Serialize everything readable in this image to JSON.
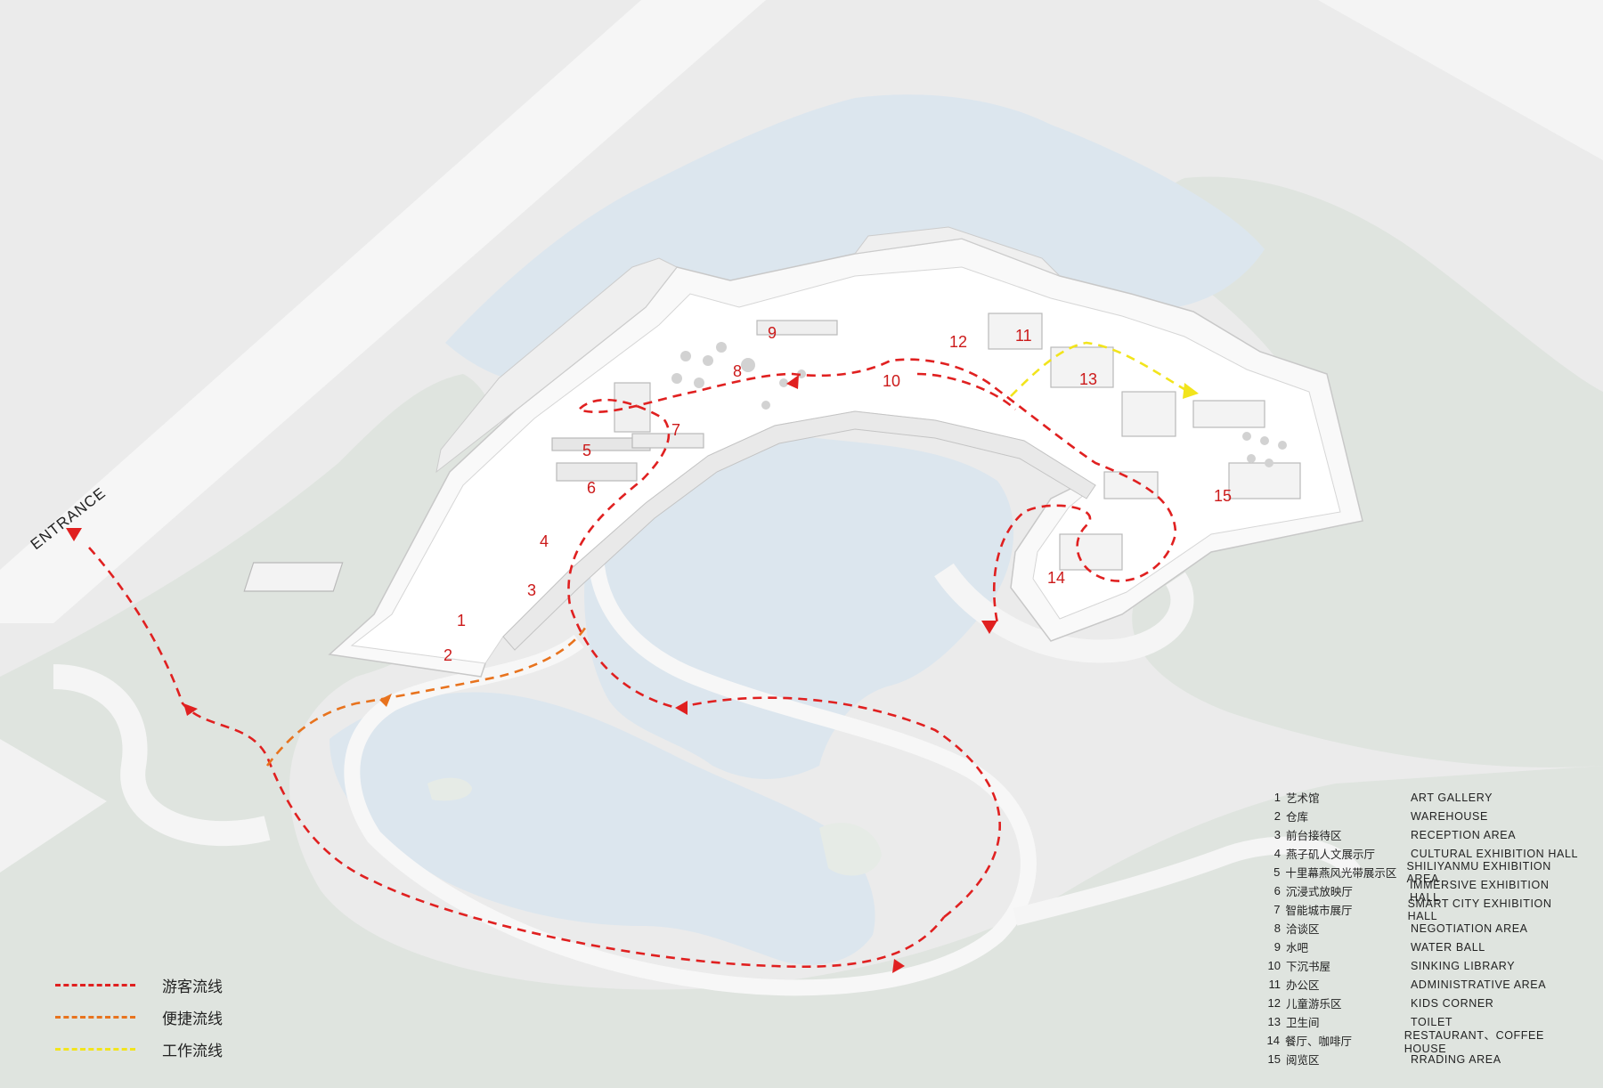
{
  "entrance_label": "ENTRANCE",
  "colors": {
    "visitor": "#e02020",
    "shortcut": "#e8731e",
    "work": "#f2e41c",
    "water": "#dde7ee",
    "green": "#dfe4df",
    "building": "#fafafa",
    "road": "#f5f5f5"
  },
  "legend": [
    {
      "label": "游客流线",
      "color": "#e02020"
    },
    {
      "label": "便捷流线",
      "color": "#e8731e"
    },
    {
      "label": "工作流线",
      "color": "#f2e41c"
    }
  ],
  "zones": [
    {
      "num": "1",
      "cn": "艺术馆",
      "en": "ART GALLERY"
    },
    {
      "num": "2",
      "cn": "仓库",
      "en": "WAREHOUSE"
    },
    {
      "num": "3",
      "cn": "前台接待区",
      "en": "RECEPTION  AREA"
    },
    {
      "num": "4",
      "cn": "燕子矶人文展示厅",
      "en": "CULTURAL  EXHIBITION  HALL"
    },
    {
      "num": "5",
      "cn": "十里幕燕风光带展示区",
      "en": "SHILIYANMU  EXHIBITION  AREA"
    },
    {
      "num": "6",
      "cn": "沉浸式放映厅",
      "en": "IMMERSIVE  EXHIBITION  HALL"
    },
    {
      "num": "7",
      "cn": "智能城市展厅",
      "en": "SMART  CITY  EXHIBITION  HALL"
    },
    {
      "num": "8",
      "cn": "洽谈区",
      "en": "NEGOTIATION  AREA"
    },
    {
      "num": "9",
      "cn": "水吧",
      "en": "WATER  BALL"
    },
    {
      "num": "10",
      "cn": "下沉书屋",
      "en": "SINKING  LIBRARY"
    },
    {
      "num": "11",
      "cn": "办公区",
      "en": "ADMINISTRATIVE  AREA"
    },
    {
      "num": "12",
      "cn": "儿童游乐区",
      "en": "KIDS  CORNER"
    },
    {
      "num": "13",
      "cn": "卫生间",
      "en": "TOILET"
    },
    {
      "num": "14",
      "cn": "餐厅、咖啡厅",
      "en": "RESTAURANT、COFFEE  HOUSE"
    },
    {
      "num": "15",
      "cn": "阅览区",
      "en": "RRADING  AREA"
    }
  ]
}
